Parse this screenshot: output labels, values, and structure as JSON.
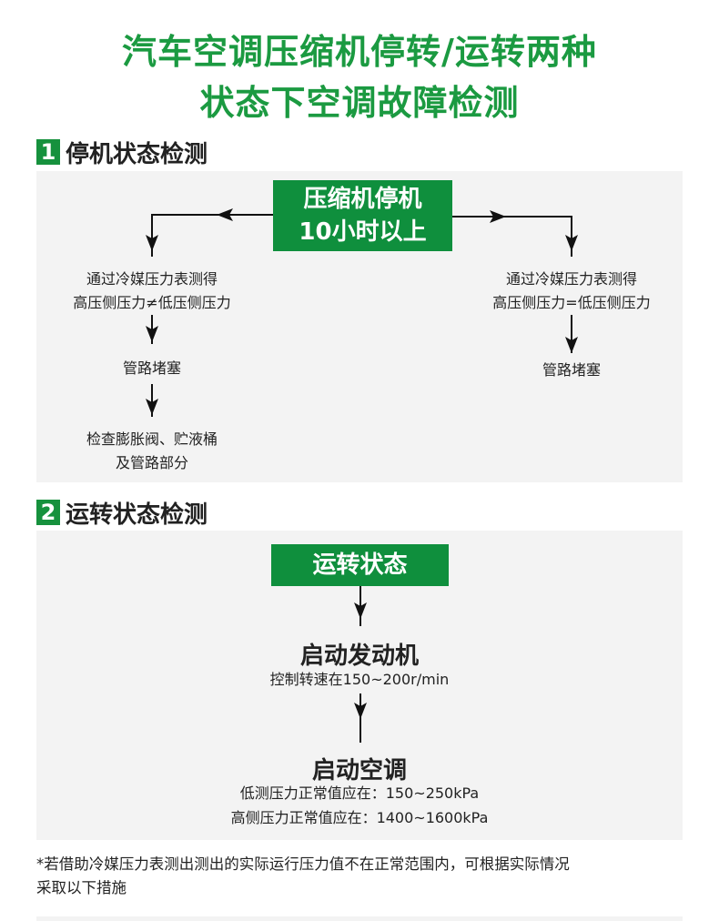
{
  "title": {
    "line1": "汽车空调压缩机停转/运转两种",
    "line2": "状态下空调故障检测"
  },
  "section1": {
    "num": "1",
    "heading": "停机状态检测",
    "start_box": {
      "line1": "压缩机停机",
      "line2": "10小时以上"
    },
    "left": {
      "cond1": "通过冷媒压力表测得",
      "cond2": "高压侧压力≠低压侧压力",
      "result": "管路堵塞",
      "action1": "检查膨胀阀、贮液桶",
      "action2": "及管路部分"
    },
    "right": {
      "cond1": "通过冷媒压力表测得",
      "cond2": "高压侧压力=低压侧压力",
      "result": "管路堵塞"
    }
  },
  "section2": {
    "num": "2",
    "heading": "运转状态检测",
    "start_box": "运转状态",
    "step1": {
      "title": "启动发动机",
      "detail": "控制转速在150~200r/min"
    },
    "step2": {
      "title": "启动空调",
      "detail1": "低测压力正常值应在：150~250kPa",
      "detail2": "高侧压力正常值应在：1400~1600kPa"
    }
  },
  "footnote": {
    "line1": "*若借助冷媒压力表测出测出的实际运行压力值不在正常范围内，可根据实际情况",
    "line2": "采取以下措施"
  },
  "colors": {
    "green": "#0f8f3d",
    "title_green": "#1b9a41",
    "panel": "#f3f3f3"
  }
}
